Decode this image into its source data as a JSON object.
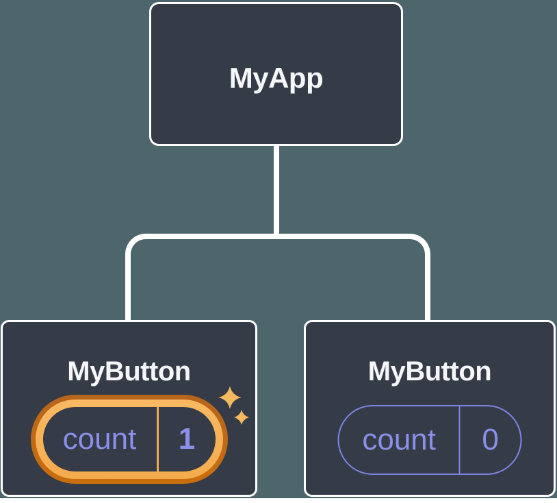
{
  "diagram": {
    "description": "React component tree: MyApp parent with two MyButton children, each holding its own count state; the first button's state is highlighted after incrementing",
    "colors": {
      "background": "#4d666c",
      "node_fill": "#353b47",
      "connector": "#ffffff",
      "state_text": "#8a8fe9",
      "state_outline": "#7d84e4",
      "highlight_ring_outer": "#c16a12",
      "highlight_ring_inner": "#f8b45c",
      "sparkle": "#f5ba60"
    },
    "root": {
      "title": "MyApp"
    },
    "children": [
      {
        "title": "MyButton",
        "state": {
          "label": "count",
          "value": "1"
        },
        "highlighted": true
      },
      {
        "title": "MyButton",
        "state": {
          "label": "count",
          "value": "0"
        },
        "highlighted": false
      }
    ]
  }
}
